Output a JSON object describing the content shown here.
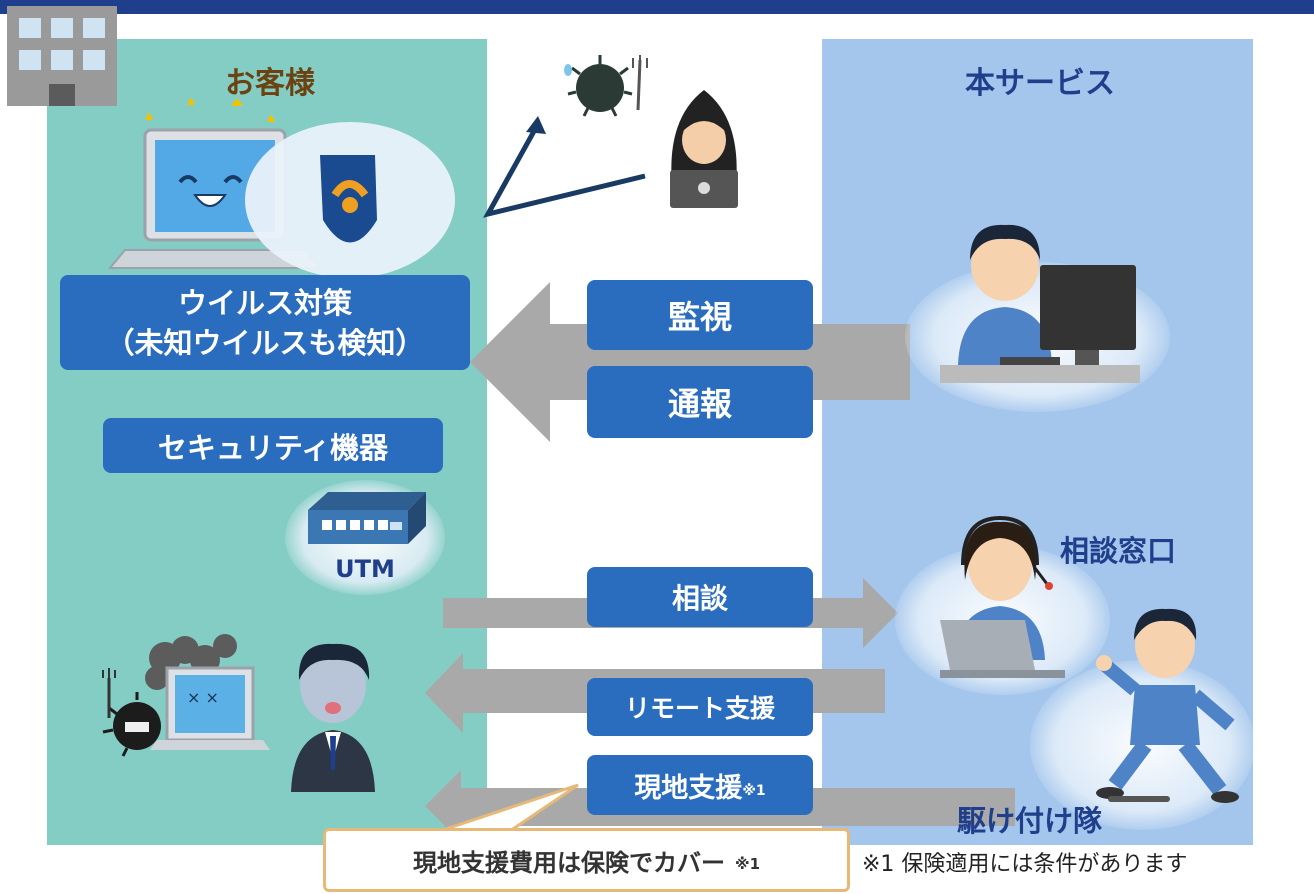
{
  "header": {
    "bar_color": "#1f3f8c"
  },
  "customer": {
    "title": "お客様",
    "virus_box_line1": "ウイルス対策",
    "virus_box_line2": "（未知ウイルスも検知）",
    "security_box": "セキュリティ機器",
    "utm_label": "UTM"
  },
  "service": {
    "title": "本サービス",
    "consult_desk": "相談窓口",
    "rush_team": "駆け付け隊"
  },
  "flows": {
    "monitor": "監視",
    "report": "通報",
    "consult": "相談",
    "remote": "リモート支援",
    "onsite": "現地支援",
    "onsite_note": "※1"
  },
  "callout": {
    "text": "現地支援費用は保険でカバー",
    "mark": "※1"
  },
  "footnote": "※1 保険適用には条件があります",
  "colors": {
    "customer_panel": "#84cdc4",
    "service_panel": "#a4c6ec",
    "box": "#2a6dbf",
    "arrow": "#a9a9a9"
  }
}
